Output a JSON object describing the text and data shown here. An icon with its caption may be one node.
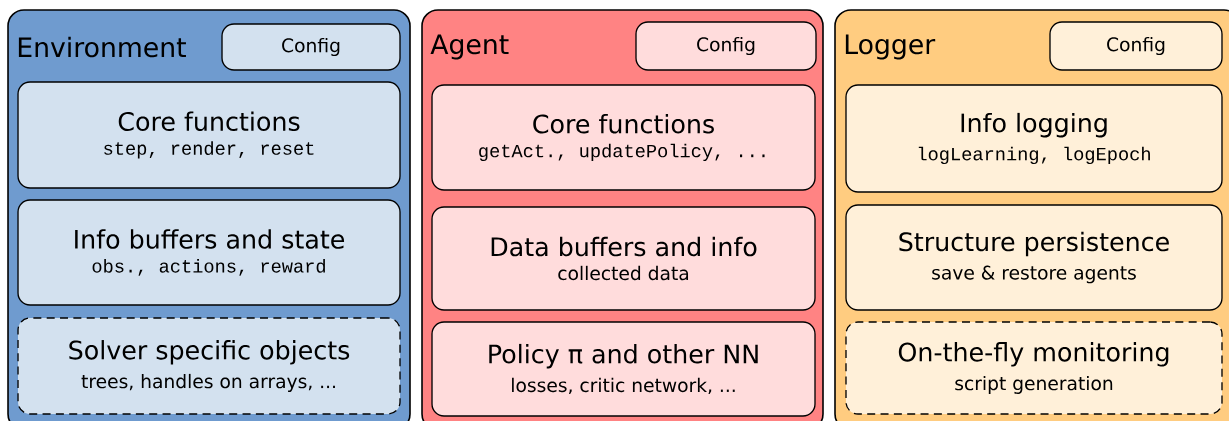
{
  "diagram": {
    "nodes": [
      {
        "text": [
          "Environment"
        ]
      },
      {
        "text": [
          "Config"
        ],
        "in": 0
      },
      {
        "text": [
          "Core functions",
          "step, render, reset"
        ],
        "in": 0
      },
      {
        "text": [
          "Info buffers and state",
          "obs., actions, reward"
        ],
        "in": 0
      },
      {
        "text": [
          "Solver specific objects",
          "trees, handles on arrays, ..."
        ],
        "in": 0
      },
      {
        "text": [
          "Agent"
        ]
      },
      {
        "text": [
          "Config"
        ],
        "in": 5
      },
      {
        "text": [
          "Core functions",
          "getAct., updatePolicy, ..."
        ],
        "in": 5
      },
      {
        "text": [
          "Data buffers and info",
          "collected data"
        ],
        "in": 5
      },
      {
        "text": [
          "Policy π and other NN",
          "losses, critic network, ..."
        ],
        "in": 5
      },
      {
        "text": [
          "Logger"
        ]
      },
      {
        "text": [
          "Config"
        ],
        "in": 10
      },
      {
        "text": [
          "Info logging",
          "logLearning, logEpoch"
        ],
        "in": 10
      },
      {
        "text": [
          "Structure persistence",
          "save & restore agents"
        ],
        "in": 10
      },
      {
        "text": [
          "On-the-fly monitoring",
          "script generation"
        ],
        "in": 10
      }
    ]
  }
}
